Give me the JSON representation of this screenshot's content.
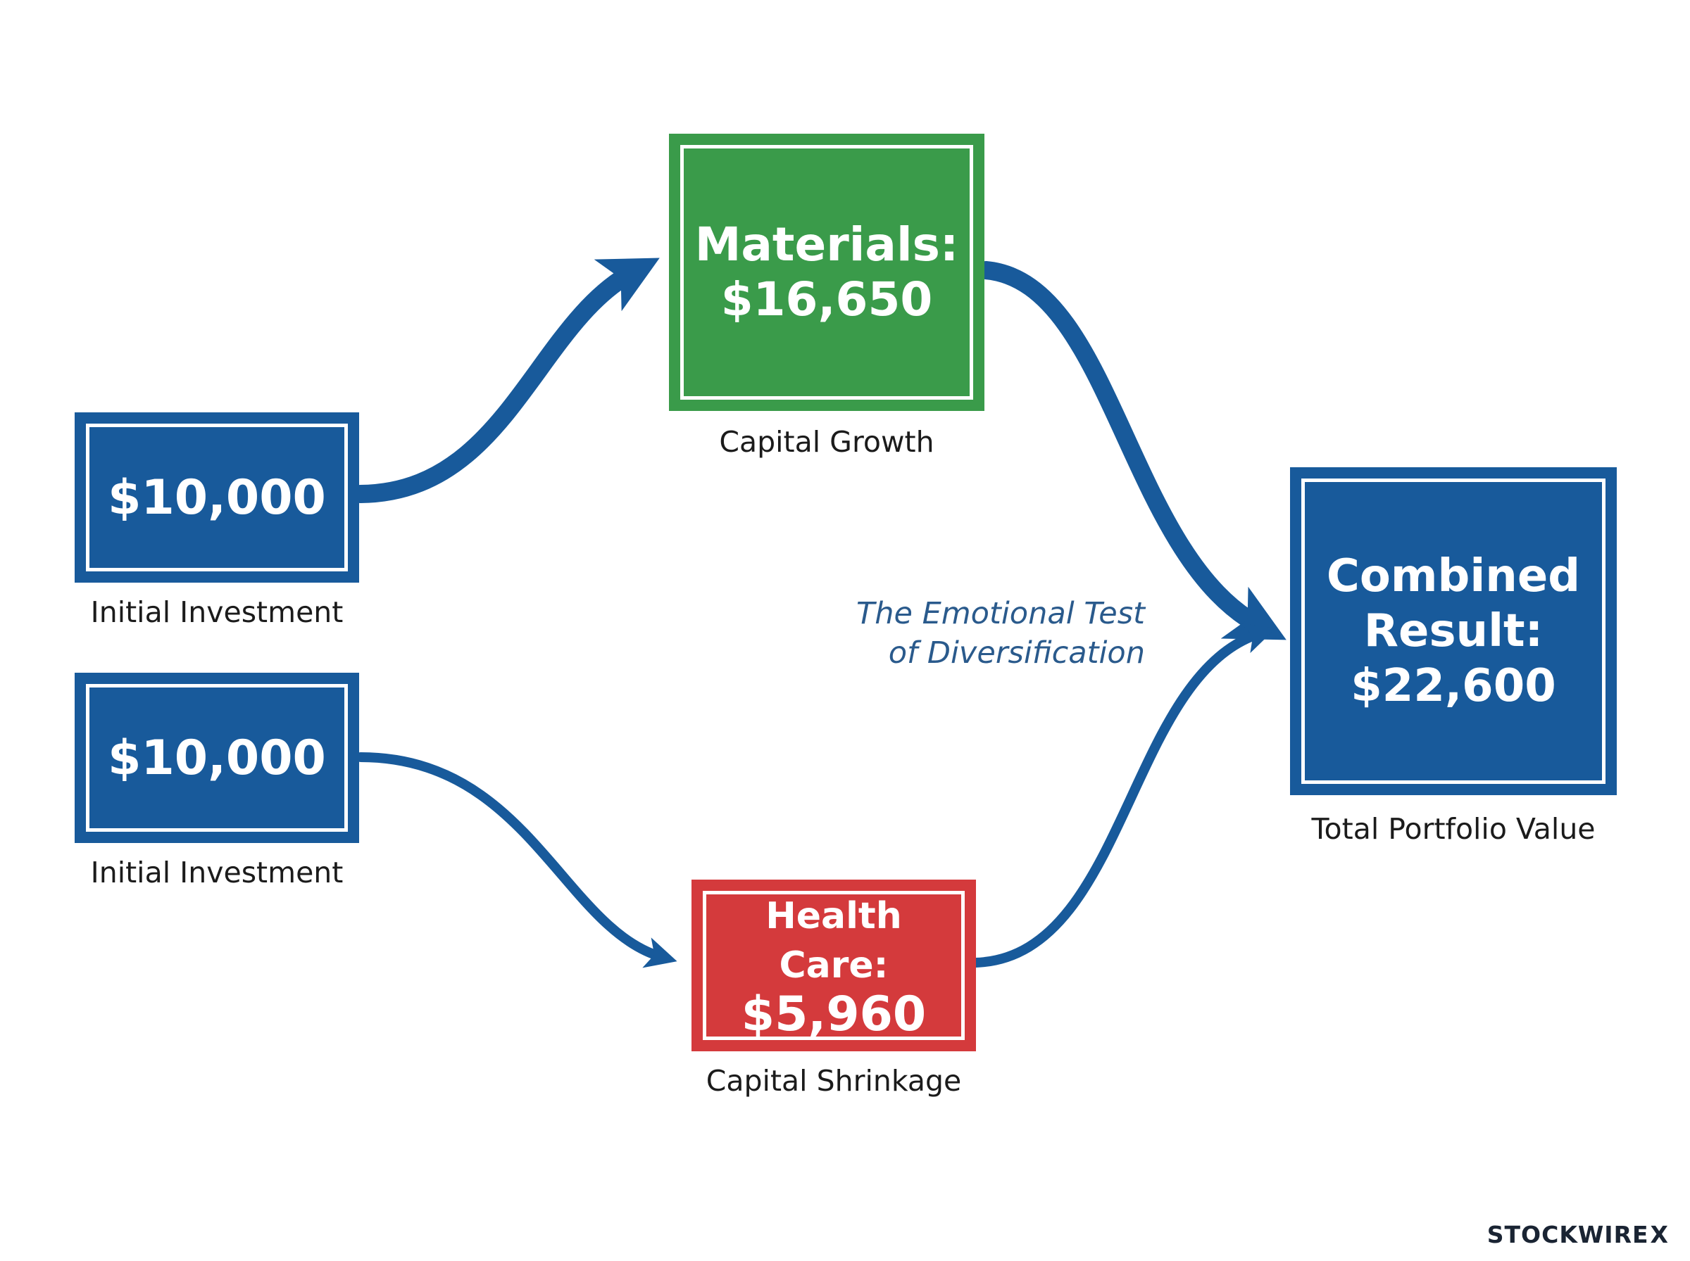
{
  "nodes": {
    "initial_top": {
      "amount": "$10,000",
      "caption": "Initial Investment"
    },
    "initial_bottom": {
      "amount": "$10,000",
      "caption": "Initial Investment"
    },
    "materials": {
      "label": "Materials:",
      "amount": "$16,650",
      "caption": "Capital Growth"
    },
    "health_care": {
      "label": "Health Care:",
      "amount": "$5,960",
      "caption": "Capital Shrinkage"
    },
    "combined": {
      "line1": "Combined",
      "line2": "Result:",
      "amount": "$22,600",
      "caption": "Total Portfolio Value"
    }
  },
  "note": {
    "line1": "The Emotional Test",
    "line2": "of Diversification"
  },
  "brand": {
    "name": "STOCKWIRE",
    "mark": "X"
  },
  "colors": {
    "blue": "#185a9b",
    "green": "#3a9b4a",
    "red": "#d43a3c",
    "arrow": "#185a9b"
  }
}
